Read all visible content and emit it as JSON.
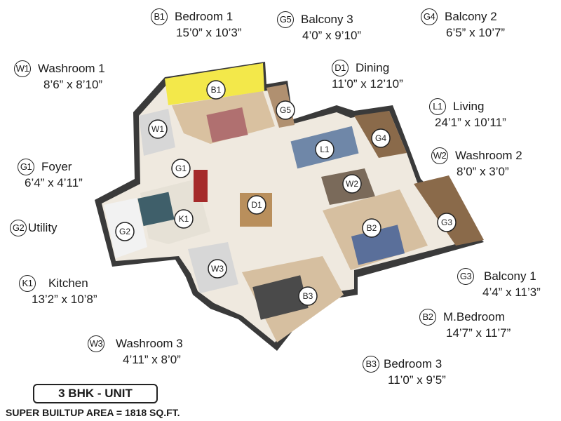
{
  "legends": [
    {
      "code": "B1",
      "name": "Bedroom 1",
      "dims": "15’0” x 10’3”"
    },
    {
      "code": "G5",
      "name": "Balcony 3",
      "dims": "4’0” x 9’10”"
    },
    {
      "code": "G4",
      "name": "Balcony 2",
      "dims": "6’5” x 10’7”"
    },
    {
      "code": "W1",
      "name": "Washroom 1",
      "dims": "8’6” x 8’10”"
    },
    {
      "code": "D1",
      "name": "Dining",
      "dims": "11’0” x 12’10”"
    },
    {
      "code": "L1",
      "name": "Living",
      "dims": "24’1” x 10’11”"
    },
    {
      "code": "W2",
      "name": "Washroom 2",
      "dims": "8’0” x 3’0”"
    },
    {
      "code": "G1",
      "name": "Foyer",
      "dims": "6’4” x 4’11”"
    },
    {
      "code": "G2",
      "name": "Utility",
      "dims": ""
    },
    {
      "code": "K1",
      "name": "Kitchen",
      "dims": "13’2” x 10’8”"
    },
    {
      "code": "G3",
      "name": "Balcony 1",
      "dims": "4’4” x 11’3”"
    },
    {
      "code": "B2",
      "name": "M.Bedroom",
      "dims": "14’7” x 11’7”"
    },
    {
      "code": "W3",
      "name": "Washroom 3",
      "dims": "4’11” x 8’0”"
    },
    {
      "code": "B3",
      "name": "Bedroom 3",
      "dims": "11’0” x 9’5”"
    }
  ],
  "plan_labels": [
    "B1",
    "W1",
    "G5",
    "L1",
    "G4",
    "G1",
    "W2",
    "D1",
    "K1",
    "G2",
    "G3",
    "B2",
    "W3",
    "B3"
  ],
  "unit_title": "3 BHK - UNIT",
  "area_text": "SUPER BUILTUP AREA = 1818 SQ.FT."
}
